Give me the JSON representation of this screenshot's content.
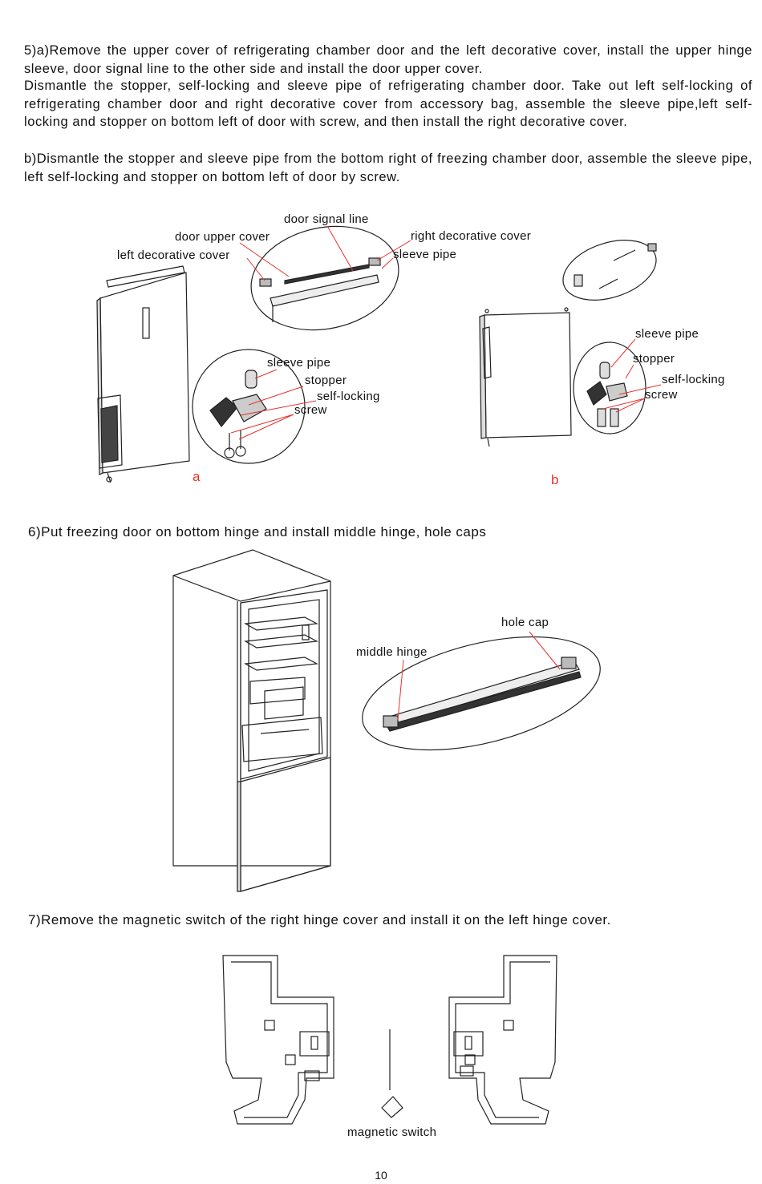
{
  "step5": {
    "p1": "5)a)Remove the upper cover of refrigerating chamber door and the left decorative cover, install the upper hinge sleeve, door signal line to the other side and install the door upper cover.",
    "p2": "Dismantle the stopper, self-locking and sleeve pipe of refrigerating chamber door. Take out left self-locking of refrigerating chamber door and right decorative cover from accessory bag, assemble the sleeve pipe,left self-locking and stopper on bottom left of door with screw, and then install the right decorative cover.",
    "p3": "b)Dismantle the stopper and sleeve pipe from the bottom right of freezing chamber door, assemble the sleeve pipe, left self-locking and stopper on bottom left of door by screw."
  },
  "figure_a": {
    "door_signal_line": "door signal line",
    "door_upper_cover": "door upper cover",
    "left_decorative_cover": "left decorative cover",
    "right_decorative_cover": "right decorative cover",
    "sleeve_pipe_top": "sleeve pipe",
    "sleeve_pipe": "sleeve pipe",
    "stopper": "stopper",
    "self_locking": "self-locking",
    "screw": "screw",
    "caption": "a"
  },
  "figure_b": {
    "sleeve_pipe": "sleeve pipe",
    "stopper": "stopper",
    "self_locking": "self-locking",
    "screw": "screw",
    "caption": "b"
  },
  "step6": {
    "heading": "6)Put freezing door on bottom hinge  and install middle hinge, hole caps",
    "hole_cap": "hole cap",
    "middle_hinge": "middle hinge"
  },
  "step7": {
    "heading": "7)Remove the magnetic switch of the right hinge cover and install it on the left hinge cover.",
    "magnetic_switch": "magnetic switch"
  },
  "page_number": "10"
}
